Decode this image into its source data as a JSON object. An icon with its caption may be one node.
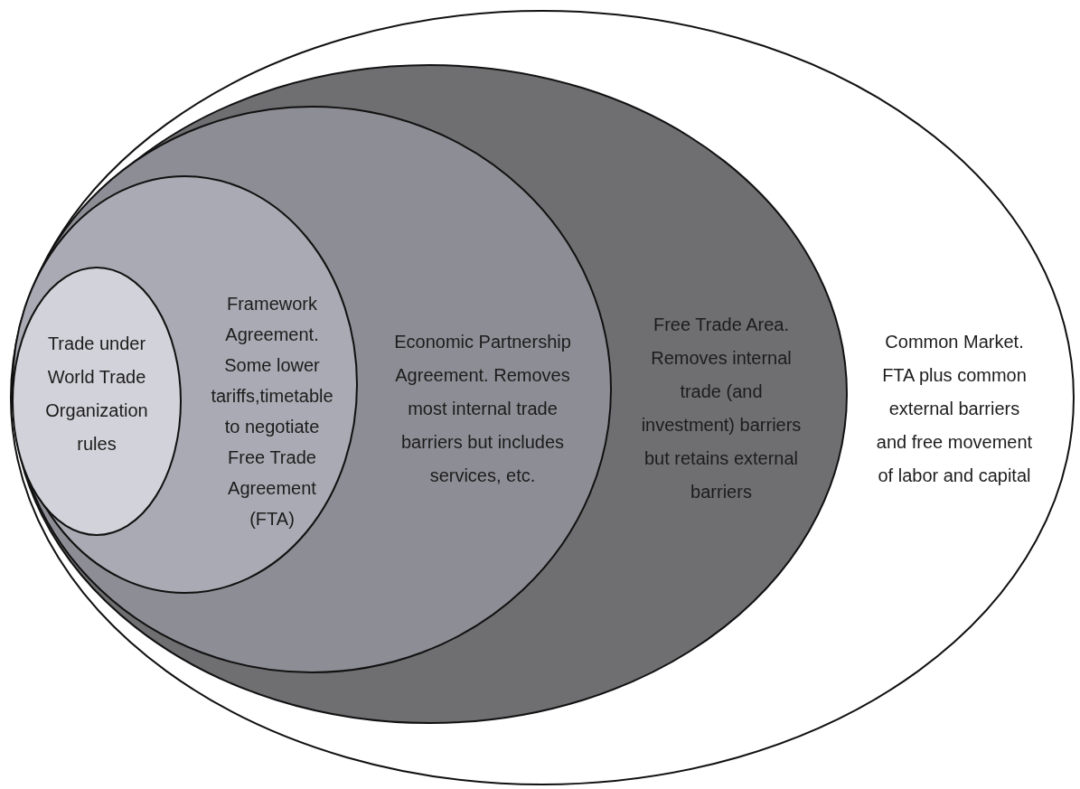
{
  "diagram": {
    "nodes": [
      {
        "text": [
          "Common Market. FTA plus common external barriers and free movement of labor and capital"
        ]
      },
      {
        "text": [
          "Free Trade Area. Removes internal trade (and investment) barriers but retains external barriers"
        ],
        "in": 0
      },
      {
        "text": [
          "Economic Partnership Agreement. Removes most internal trade barriers but includes services, etc."
        ],
        "in": 1
      },
      {
        "text": [
          "Framework Agreement. Some lower tariffs,timetable to negotiate Free Trade Agreement (FTA)"
        ],
        "in": 2
      },
      {
        "text": [
          "Trade under World Trade Organization rules"
        ],
        "in": 3
      }
    ]
  }
}
